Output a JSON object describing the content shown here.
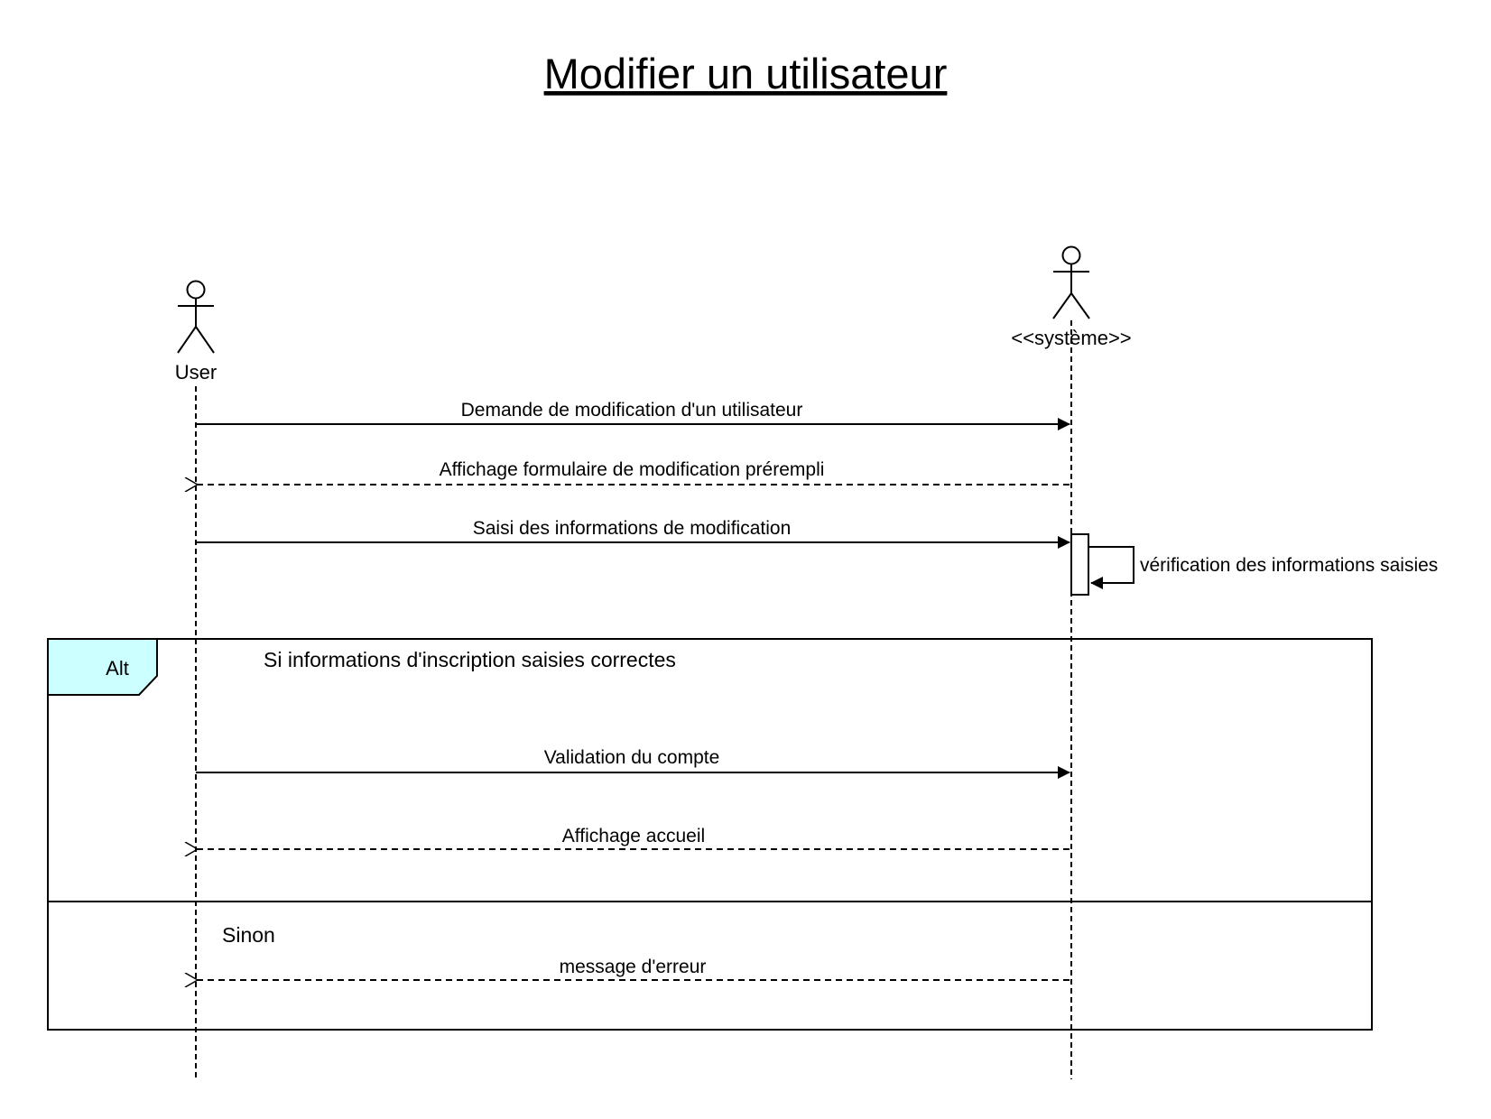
{
  "title": "Modifier un utilisateur",
  "participants": {
    "user": {
      "label": "User"
    },
    "system": {
      "label": "<<système>>"
    }
  },
  "messages": [
    {
      "id": "m1",
      "label": "Demande de modification d'un utilisateur",
      "from": "user",
      "to": "system",
      "style": "sync"
    },
    {
      "id": "m2",
      "label": "Affichage formulaire de modification prérempli",
      "from": "system",
      "to": "user",
      "style": "reply"
    },
    {
      "id": "m3",
      "label": "Saisi des informations de modification",
      "from": "user",
      "to": "system",
      "style": "sync"
    },
    {
      "id": "self",
      "label": "vérification des informations saisies",
      "from": "system",
      "to": "system",
      "style": "self"
    },
    {
      "id": "m4",
      "label": "Validation du compte",
      "from": "user",
      "to": "system",
      "style": "sync"
    },
    {
      "id": "m5",
      "label": "Affichage accueil",
      "from": "system",
      "to": "user",
      "style": "reply"
    },
    {
      "id": "m6",
      "label": "message d'erreur",
      "from": "system",
      "to": "user",
      "style": "reply"
    }
  ],
  "alt_fragment": {
    "tag": "Alt",
    "tag_color": "#ccffff",
    "guard_if": "Si informations d'inscription saisies correctes",
    "guard_else": "Sinon"
  }
}
